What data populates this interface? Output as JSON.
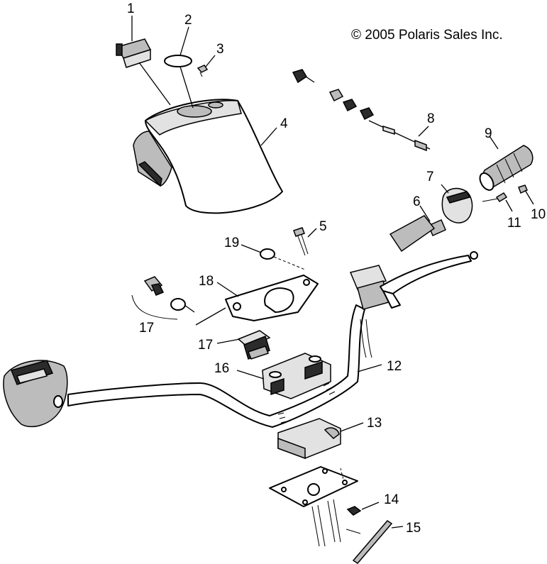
{
  "copyright": "© 2005 Polaris Sales Inc.",
  "callouts": [
    "1",
    "2",
    "3",
    "4",
    "5",
    "6",
    "7",
    "8",
    "9",
    "10",
    "11",
    "12",
    "13",
    "14",
    "15",
    "16",
    "17",
    "17",
    "18",
    "19"
  ]
}
